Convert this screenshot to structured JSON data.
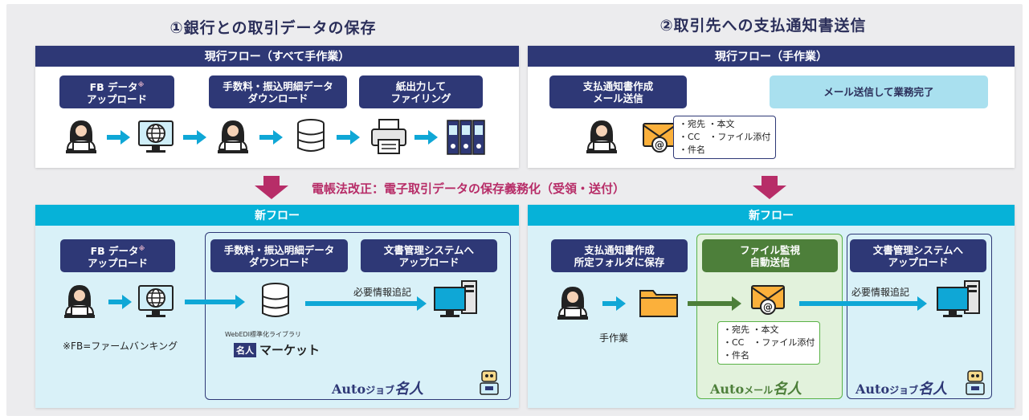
{
  "section1_title": "①銀行との取引データの保存",
  "section2_title": "②取引先への支払通知書送信",
  "current_flow_left": "現行フロー（すべて手作業）",
  "current_flow_right": "現行フロー（手作業）",
  "new_flow_label": "新フロー",
  "steps": {
    "fb_upload_1": "FB データ",
    "fb_upload_2": "アップロード",
    "fb_mark": "※",
    "fee_1": "手数料・振込明細データ",
    "fee_2": "ダウンロード",
    "print_1": "紙出力して",
    "print_2": "ファイリング",
    "pay_1": "支払通知書作成",
    "pay_2": "メール送信",
    "mail_done": "メール送信して業務完了",
    "pay_new_1": "支払通知書作成",
    "pay_new_2": "所定フォルダに保存",
    "monitor_1": "ファイル監視",
    "monitor_2": "自動送信",
    "docmgmt_1": "文書管理システムへ",
    "docmgmt_2": "アップロード"
  },
  "mail_fields": "・宛先 ・本文\n・CC　・ファイル添付\n・件名",
  "banner": "電帳法改正：電子取引データの保存義務化（受領・送付）",
  "info_add": "必要情報追記",
  "fb_note": "※FB=ファームバンキング",
  "manual_work": "手作業",
  "webedi": "WebEDI標準化ライブラリ",
  "market_brand": "名人",
  "market_name": "マーケット",
  "logo_auto": "Auto",
  "logo_job": "ジョブ",
  "logo_mail": "メール",
  "logo_meijin": "名人",
  "colors": {
    "navy": "#2e3876",
    "cyan": "#06b2d8",
    "arrow": "#0fa7d6",
    "green": "#4d7f3a",
    "banner": "#b72d68"
  }
}
